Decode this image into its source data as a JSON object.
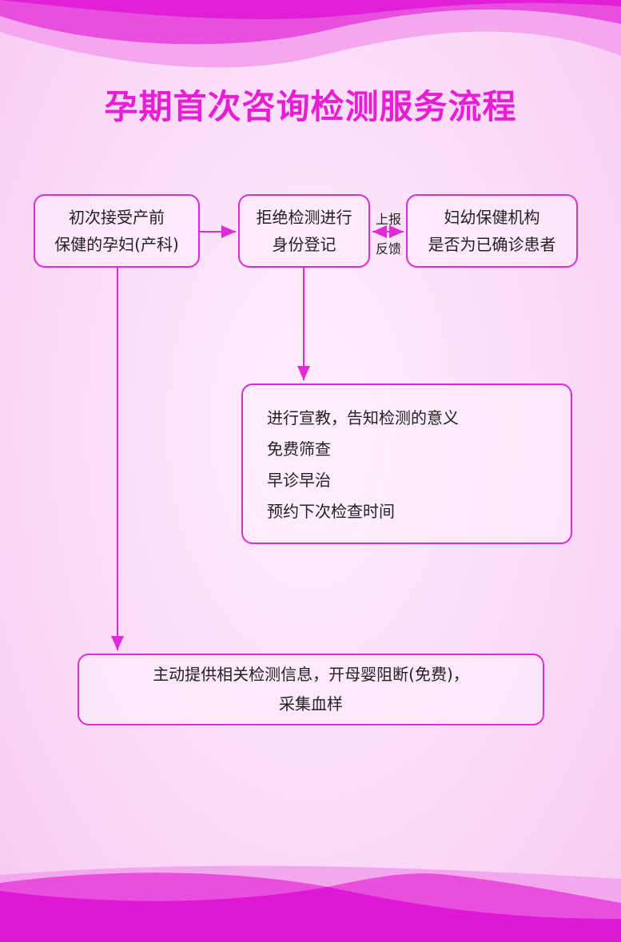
{
  "title": "孕期首次咨询检测服务流程",
  "colors": {
    "accent": "#e02ad8",
    "title": "#e81ed4"
  },
  "nodes": {
    "first_visit": {
      "line1": "初次接受产前",
      "line2": "保健的孕妇(产科)"
    },
    "refuse_register": {
      "line1": "拒绝检测进行",
      "line2": "身份登记"
    },
    "mch_institution": {
      "line1": "妇幼保健机构",
      "line2": "是否为已确诊患者"
    },
    "education": {
      "items": [
        "进行宣教，告知检测的意义",
        "免费筛查",
        "早诊早治",
        "预约下次检查时间"
      ]
    },
    "proactive": {
      "line1": "主动提供相关检测信息，开母婴阻断(免费)，",
      "line2": "采集血样"
    }
  },
  "edge_labels": {
    "report": "上报",
    "feedback": "反馈"
  }
}
